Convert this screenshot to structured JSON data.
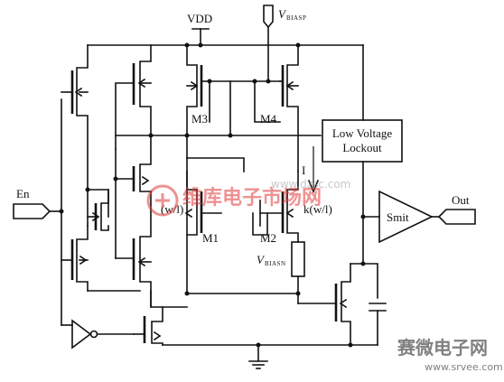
{
  "labels": {
    "vdd": "VDD",
    "vbiasp_main": "V",
    "vbiasp_sub": "BIASP",
    "vbiasn_main": "V",
    "vbiasn_sub": "BIASN",
    "en": "En",
    "out": "Out",
    "m1": "M1",
    "m2": "M2",
    "m3": "M3",
    "m4": "M4",
    "wl_left": "(w/l)",
    "wl_right": "k(w/l)",
    "current": "I",
    "lvl_line1": "Low Voltage",
    "lvl_line2": "Lockout",
    "smit": "Smit"
  },
  "watermarks": {
    "center_brand": "维库电子市场网",
    "center_url": "www.dzsc.com",
    "corner_brand": "赛微电子网",
    "corner_url": "www.srvee.com"
  },
  "colors": {
    "wire": "#111111",
    "watermark_red": "#e03a3a",
    "watermark_gray": "#9a9a9a",
    "watermark_corner": "#6a6a6a"
  }
}
